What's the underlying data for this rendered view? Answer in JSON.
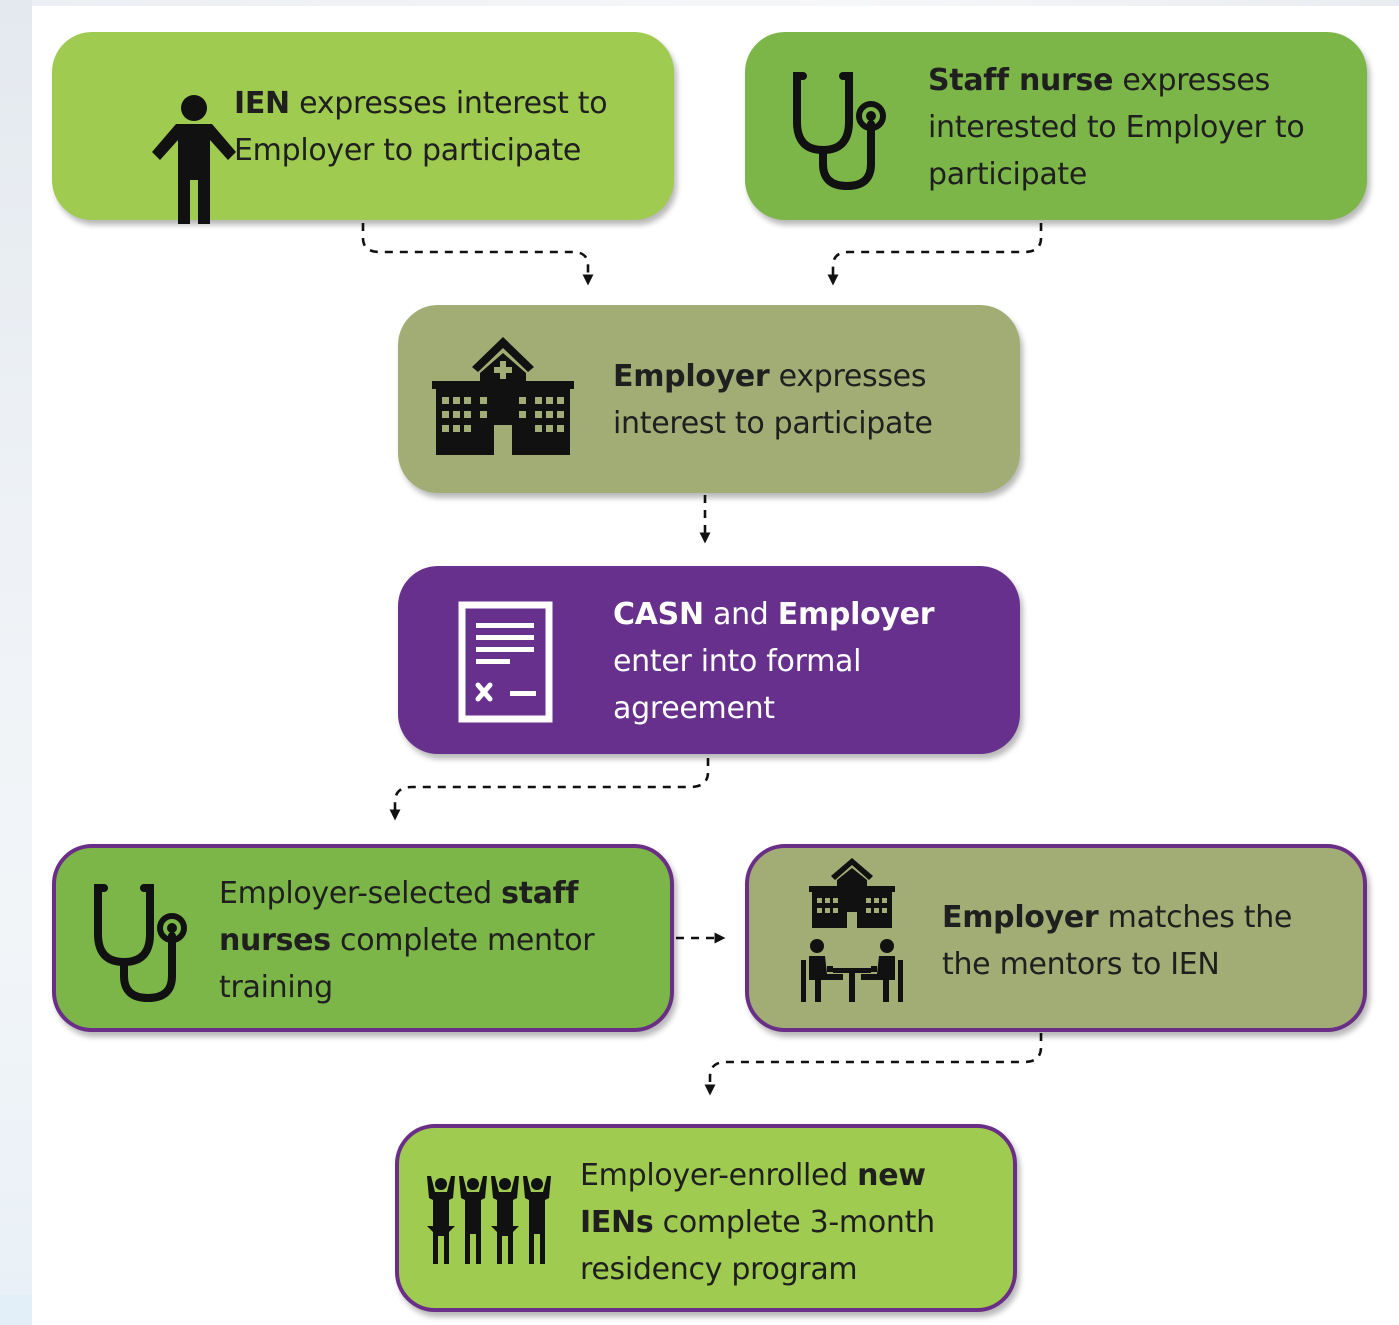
{
  "nodes": {
    "ien_interest": {
      "icon": "person-icon",
      "parts": [
        {
          "text": "IEN",
          "bold": true
        },
        {
          "text": " expresses interest to Employer to participate",
          "bold": false
        }
      ]
    },
    "staff_nurse_interest": {
      "icon": "stethoscope-icon",
      "parts": [
        {
          "text": "Staff nurse",
          "bold": true
        },
        {
          "text": " expresses interested to Employer to participate",
          "bold": false
        }
      ]
    },
    "employer_interest": {
      "icon": "hospital-icon",
      "parts": [
        {
          "text": "Employer",
          "bold": true
        },
        {
          "text": " expresses interest to participate",
          "bold": false
        }
      ]
    },
    "formal_agreement": {
      "icon": "agreement-document-icon",
      "parts": [
        {
          "text": "CASN",
          "bold": true
        },
        {
          "text": " and ",
          "bold": false
        },
        {
          "text": "Employer",
          "bold": true
        },
        {
          "text": " enter into formal agreement",
          "bold": false
        }
      ]
    },
    "mentor_training": {
      "icon": "stethoscope-icon",
      "parts": [
        {
          "text": "Employer-selected ",
          "bold": false
        },
        {
          "text": "staff nurses",
          "bold": true
        },
        {
          "text": " complete mentor training",
          "bold": false
        }
      ]
    },
    "mentor_matching": {
      "icon": "meeting-icon",
      "parts": [
        {
          "text": "Employer",
          "bold": true
        },
        {
          "text": " matches the the mentors to IEN",
          "bold": false
        }
      ]
    },
    "residency": {
      "icon": "group-celebrating-icon",
      "parts": [
        {
          "text": "Employer-enrolled ",
          "bold": false
        },
        {
          "text": "new IENs",
          "bold": true
        },
        {
          "text": " complete 3-month residency program",
          "bold": false
        }
      ]
    }
  },
  "colors": {
    "lime": "#9fcb50",
    "green": "#7cb648",
    "olive": "#a1ad74",
    "purple": "#66308c",
    "outline": "#6a2e86"
  }
}
